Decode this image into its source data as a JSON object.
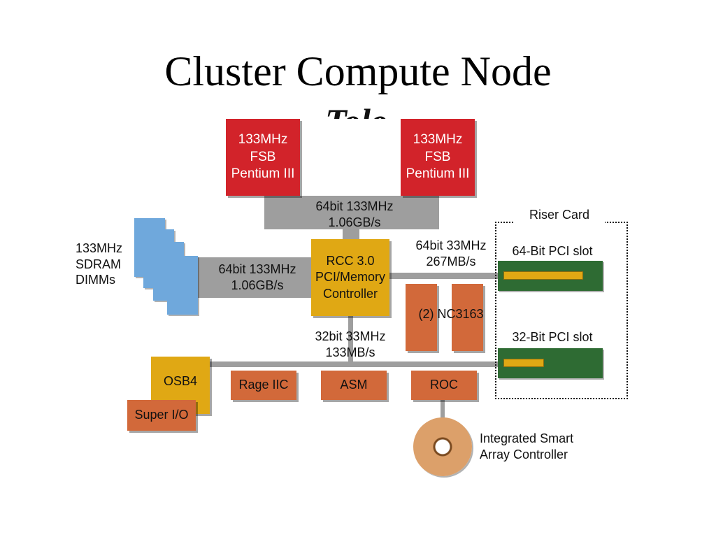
{
  "slide": {
    "title": "Cluster Compute Node",
    "subtitle_fragment": "Tolo"
  },
  "diagram": {
    "cpu_left": {
      "line1": "133MHz",
      "line2": "FSB",
      "line3": "Pentium III"
    },
    "cpu_right": {
      "line1": "133MHz",
      "line2": "FSB",
      "line3": "Pentium III"
    },
    "fsb_bus_label": {
      "line1": "64bit 133MHz",
      "line2": "1.06GB/s"
    },
    "memory_bus_label": {
      "line1": "64bit 133MHz",
      "line2": "1.06GB/s"
    },
    "dimms_label": {
      "line1": "133MHz",
      "line2": "SDRAM",
      "line3": "DIMMs"
    },
    "controller": {
      "line1": "RCC 3.0",
      "line2": "PCI/Memory",
      "line3": "Controller"
    },
    "pci64_bus_label": {
      "line1": "64bit 33MHz",
      "line2": "267MB/s"
    },
    "pci32_bus_label": {
      "line1": "32bit 33MHz",
      "line2": "133MB/s"
    },
    "nic_label": "(2) NC3163",
    "riser_card_label": "Riser Card",
    "slot_64_label": "64-Bit PCI slot",
    "slot_32_label": "32-Bit PCI slot",
    "osb4_label": "OSB4",
    "super_io_label": "Super I/O",
    "rage_label": "Rage IIC",
    "asm_label": "ASM",
    "roc_label": "ROC",
    "array_label": {
      "line1": "Integrated Smart",
      "line2": "Array Controller"
    },
    "colors": {
      "cpu": "#d2232a",
      "controller": "#e0a814",
      "chip": "#d2693a",
      "dimm": "#6fa8dc",
      "slot": "#2e6b33",
      "bus": "#9e9e9e"
    }
  }
}
